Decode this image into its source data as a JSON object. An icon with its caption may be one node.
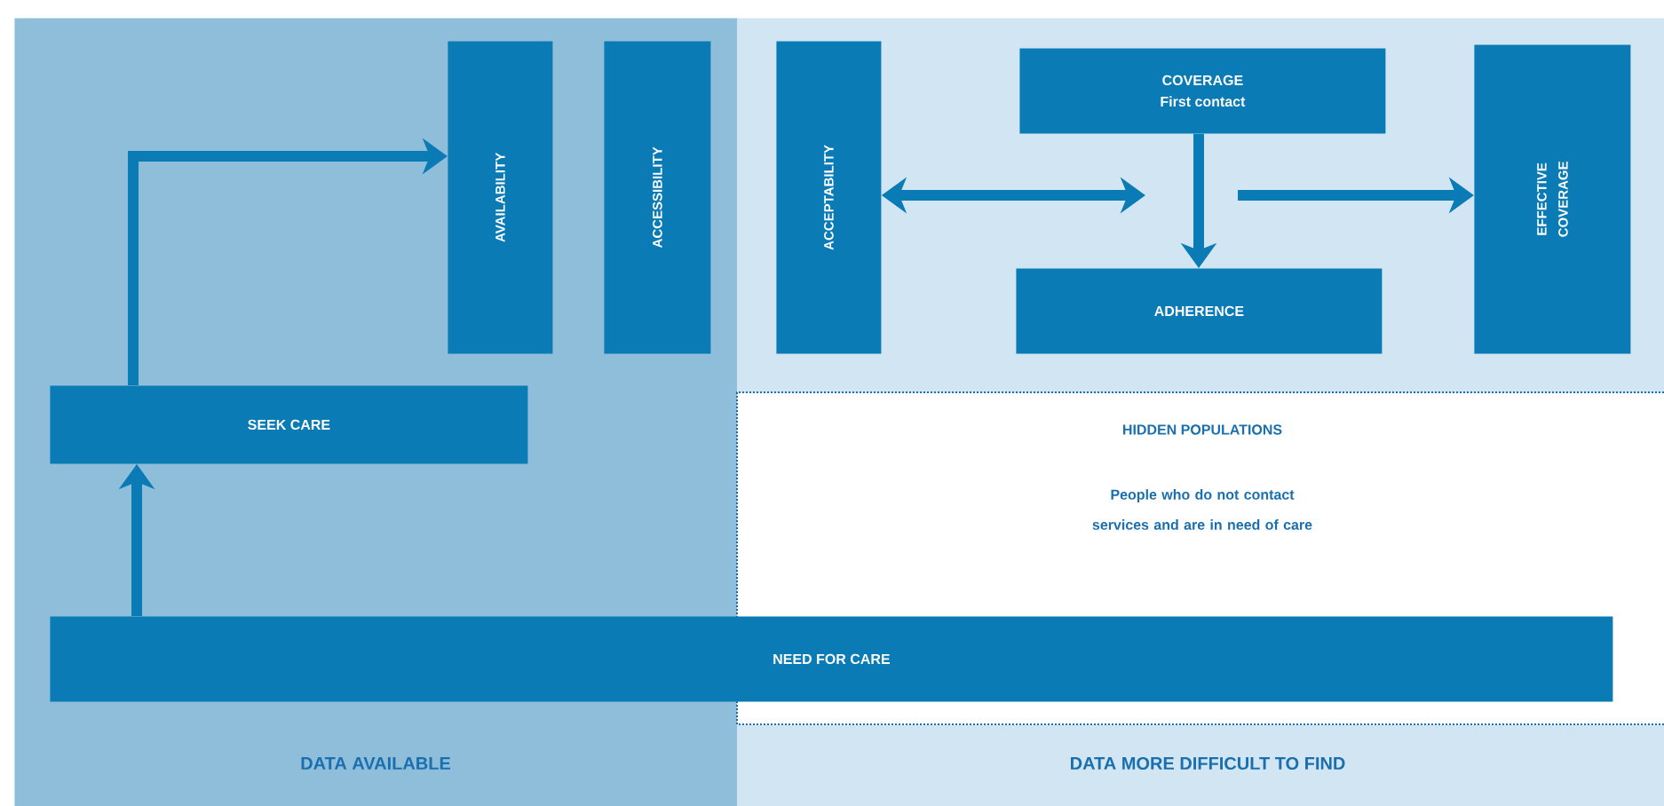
{
  "diagram": {
    "nodes": [
      {
        "text": [
          "DATA AVAILABLE"
        ]
      },
      {
        "text": [
          "SEEK CARE"
        ],
        "in": 0
      },
      {
        "text": [
          "AVAILABILITY"
        ],
        "in": 0
      },
      {
        "text": [
          "ACCESSIBILITY"
        ],
        "in": 0
      },
      {
        "text": [
          "DATA MORE DIFFICULT TO FIND"
        ]
      },
      {
        "text": [
          "ACCEPTABILITY"
        ],
        "in": 4
      },
      {
        "text": [
          "COVERAGE",
          "First contact"
        ],
        "in": 4
      },
      {
        "text": [
          "ADHERENCE"
        ],
        "in": 4
      },
      {
        "text": [
          "EFFECTIVE COVERAGE"
        ],
        "in": 4
      },
      {
        "text": [
          "HIDDEN POPULATIONS",
          "People who do not contact services and are in need of care"
        ],
        "in": 4
      },
      {
        "text": [
          "NEED FOR CARE"
        ]
      }
    ],
    "edges": [
      {
        "from": 10,
        "to": 1,
        "arrow": "to"
      },
      {
        "from": 1,
        "to": 2,
        "arrow": "to"
      },
      {
        "from": 5,
        "to": null,
        "arrow": "both"
      },
      {
        "from": 6,
        "to": 7,
        "arrow": "to"
      },
      {
        "from": null,
        "to": 8,
        "arrow": "to"
      }
    ]
  }
}
